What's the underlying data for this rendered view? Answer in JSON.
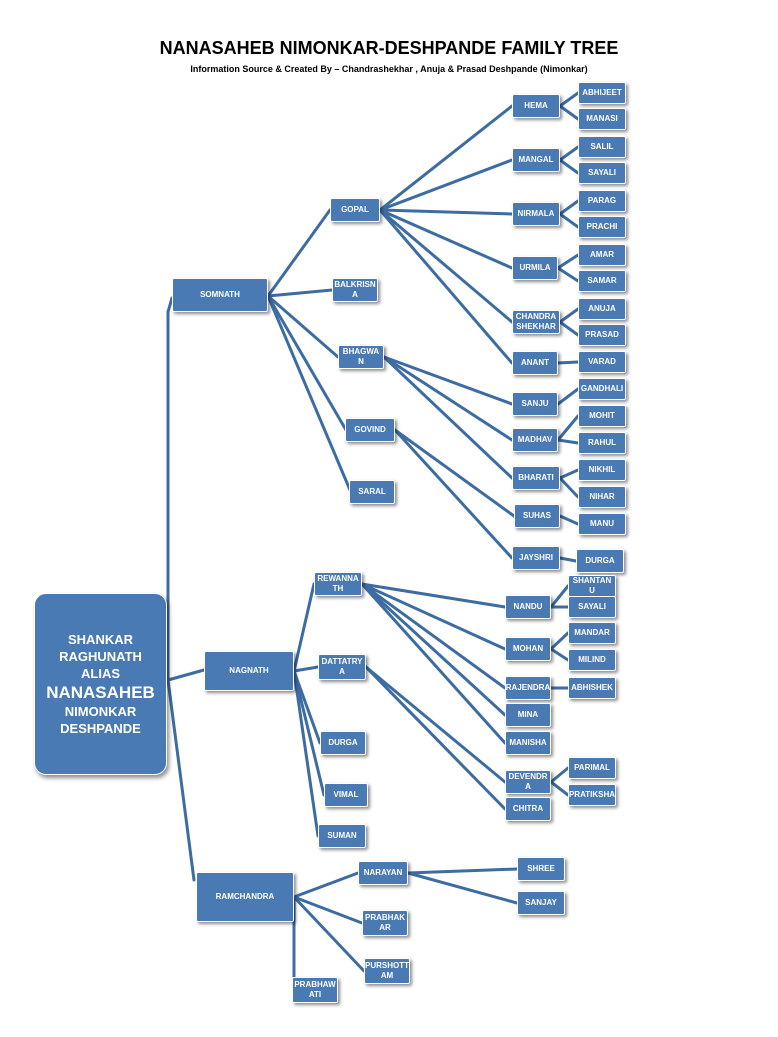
{
  "header": {
    "title": "NANASAHEB NIMONKAR-DESHPANDE FAMILY TREE",
    "subtitle": "Information Source & Created By – Chandrashekhar , Anuja & Prasad Deshpande (Nimonkar)"
  },
  "root": {
    "line1": "SHANKAR",
    "line2": "RAGHUNATH",
    "line3": "ALIAS",
    "line4": "NANASAHEB",
    "line5": "NIMONKAR",
    "line6": "DESHPANDE"
  },
  "nodes": {
    "somnath": "SOMNATH",
    "nagnath": "NAGNATH",
    "ramchandra": "RAMCHANDRA",
    "gopal": "GOPAL",
    "balkrisna": "BALKRISN A",
    "bhagwan": "BHAGWA N",
    "govind": "GOVIND",
    "saral": "SARAL",
    "hema": "HEMA",
    "mangal": "MANGAL",
    "nirmala": "NIRMALA",
    "urmila": "URMILA",
    "chandrashekhar": "CHANDRA SHEKHAR",
    "anant": "ANANT",
    "abhijeet": "ABHIJEET",
    "manasi": "MANASI",
    "salil": "SALIL",
    "sayali1": "SAYALI",
    "parag": "PARAG",
    "prachi": "PRACHI",
    "amar": "AMAR",
    "samar": "SAMAR",
    "anuja": "ANUJA",
    "prasad": "PRASAD",
    "varad": "VARAD",
    "sanju": "SANJU",
    "madhav": "MADHAV",
    "bharati": "BHARATI",
    "suhas": "SUHAS",
    "jayshri": "JAYSHRI",
    "gandhali": "GANDHALI",
    "mohit": "MOHIT",
    "rahul": "RAHUL",
    "nikhil": "NIKHIL",
    "nihar": "NIHAR",
    "manu": "MANU",
    "durga1": "DURGA",
    "rewannath": "REWANNA TH",
    "dattatrya": "DATTATRY A",
    "durga2": "DURGA",
    "vimal": "VIMAL",
    "suman": "SUMAN",
    "nandu": "NANDU",
    "mohan": "MOHAN",
    "rajendra": "RAJENDRA",
    "mina": "MINA",
    "manisha": "MANISHA",
    "devendra": "DEVENDR A",
    "chitra": "CHITRA",
    "shantanu": "SHANTAN U",
    "sayali2": "SAYALI",
    "mandar": "MANDAR",
    "milind": "MILIND",
    "abhishek": "ABHISHEK",
    "parimal": "PARIMAL",
    "pratiksha": "PRATIKSHA",
    "narayan": "NARAYAN",
    "prabhakar": "PRABHAK AR",
    "purshottam": "PURSHOTT AM",
    "prabhawati": "PRABHAW ATI",
    "shree": "SHREE",
    "sanjay": "SANJAY"
  },
  "colors": {
    "node_fill": "#4a7ab3",
    "line": "#3d6ca3",
    "text": "#ffffff"
  }
}
